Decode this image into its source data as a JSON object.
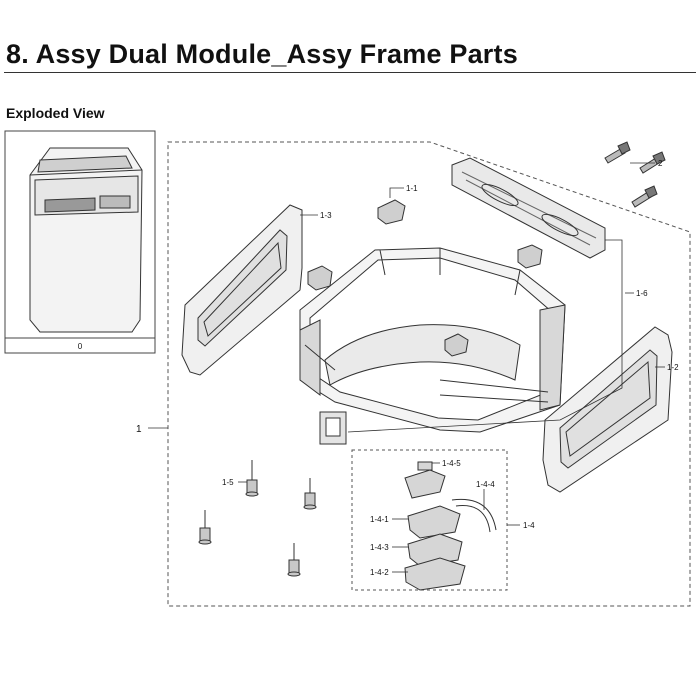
{
  "title": "8.  Assy Dual Module_Assy Frame Parts",
  "section": "Exploded View",
  "thumbnail": {
    "label": "0"
  },
  "parts": {
    "p1": "1",
    "p1_1": "1-1",
    "p1_2": "1-2",
    "p1_3": "1-3",
    "p1_4": "1-4",
    "p1_4_1": "1-4-1",
    "p1_4_2": "1-4-2",
    "p1_4_3": "1-4-3",
    "p1_4_4": "1-4-4",
    "p1_4_5": "1-4-5",
    "p1_5": "1-5",
    "p1_6": "1-6",
    "p2": "2"
  }
}
